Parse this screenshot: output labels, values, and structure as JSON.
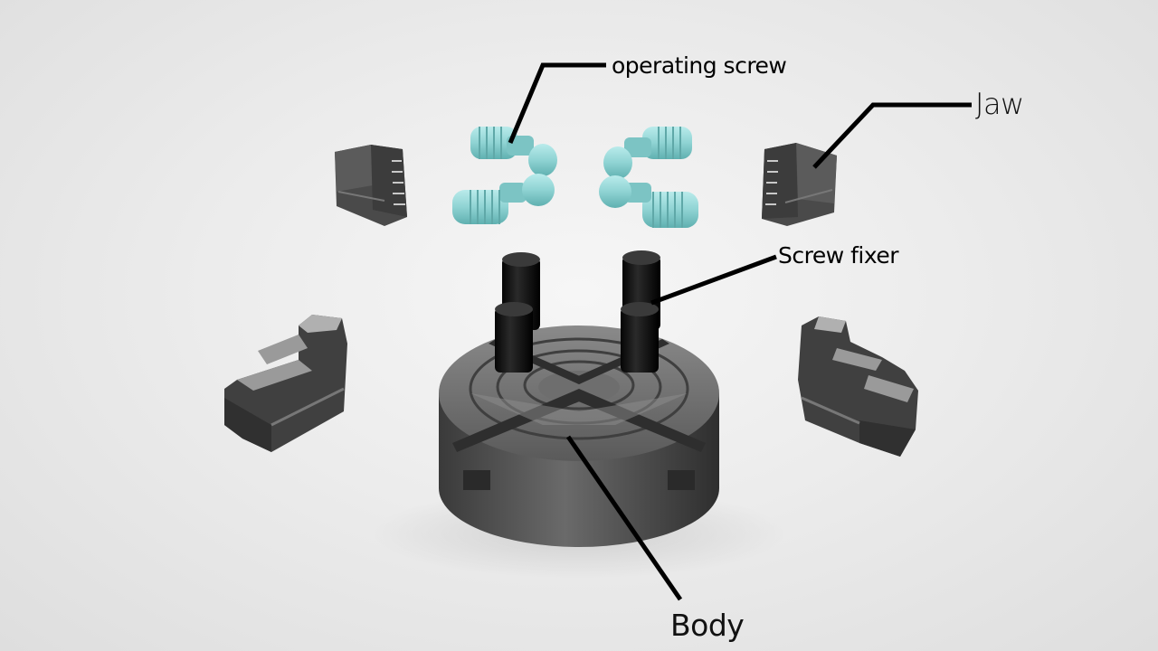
{
  "labels": {
    "operating_screw": "operating screw",
    "jaw": "Jaw",
    "screw_fixer": "Screw fixer",
    "body": "Body"
  },
  "colors": {
    "background": "#e8e8e8",
    "screw": "#8fd3d3",
    "metal": "#4a4a4a",
    "fixer": "#111111",
    "leader": "#000000"
  }
}
